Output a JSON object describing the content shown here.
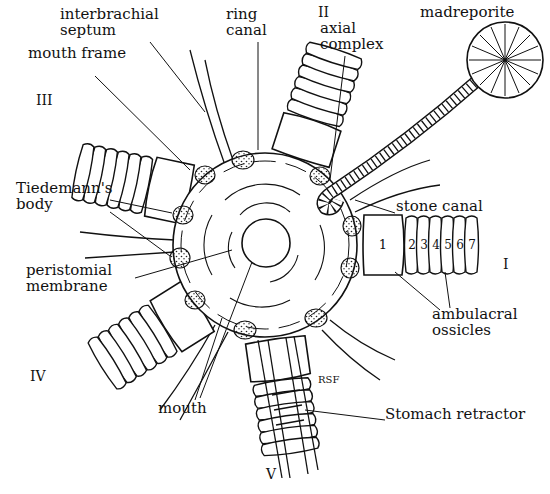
{
  "diagram": {
    "labels": [
      "interbrachial septum",
      "ring canal",
      "II",
      "axial complex",
      "madreporite",
      "mouth frame",
      "III",
      "Tiedemann's body",
      "stone canal",
      "1",
      "2",
      "3",
      "4",
      "5",
      "6",
      "7",
      "I",
      "peristomial membrane",
      "ambulacral ossicles",
      "IV",
      "RSF",
      "mouth",
      "Stomach retractor",
      "V"
    ]
  }
}
